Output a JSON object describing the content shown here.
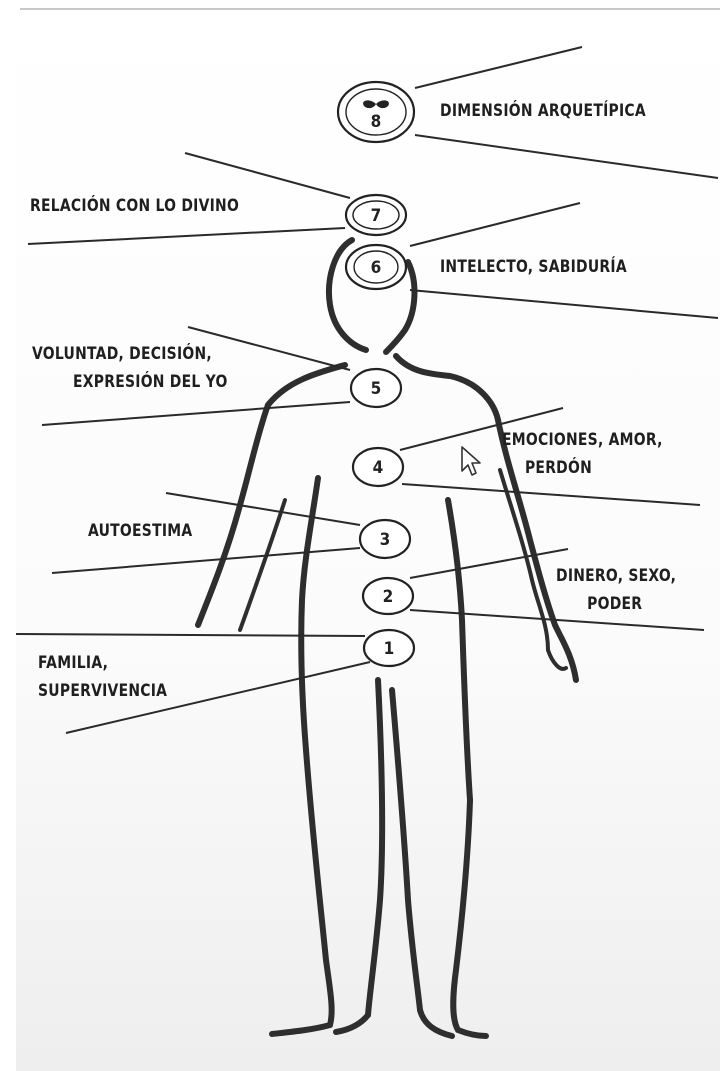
{
  "diagram": {
    "nodes": [
      {
        "number": "8",
        "label_lines": [
          "DIMENSIÓN ARQUETÍPICA"
        ]
      },
      {
        "number": "7",
        "label_lines": [
          "RELACIÓN CON LO DIVINO"
        ]
      },
      {
        "number": "6",
        "label_lines": [
          "INTELECTO, SABIDURÍA"
        ]
      },
      {
        "number": "5",
        "label_lines": [
          "VOLUNTAD, DECISIÓN,",
          "EXPRESIÓN DEL YO"
        ]
      },
      {
        "number": "4",
        "label_lines": [
          "EMOCIONES, AMOR,",
          "PERDÓN"
        ]
      },
      {
        "number": "3",
        "label_lines": [
          "AUTOESTIMA"
        ]
      },
      {
        "number": "2",
        "label_lines": [
          "DINERO, SEXO,",
          "PODER"
        ]
      },
      {
        "number": "1",
        "label_lines": [
          "FAMILIA,",
          "SUPERVIVENCIA"
        ]
      }
    ]
  },
  "icons": {
    "cursor": "mouse-pointer-icon"
  },
  "colors": {
    "ink": "#222222",
    "background": "#ffffff"
  }
}
